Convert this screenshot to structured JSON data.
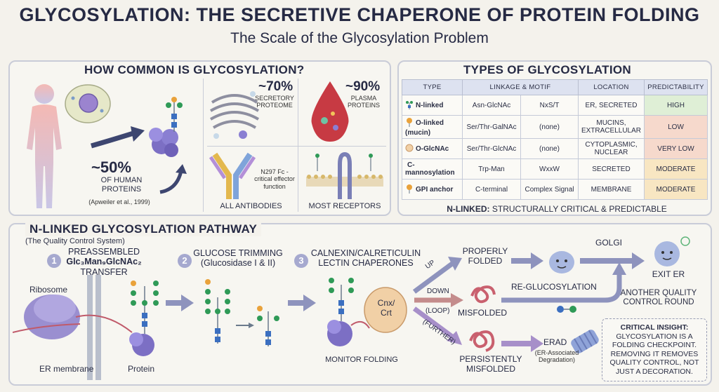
{
  "title": "GLYCOSYLATION: THE SECRETIVE CHAPERONE OF PROTEIN FOLDING",
  "subtitle": "The Scale of the Glycosylation Problem",
  "common": {
    "header": "HOW COMMON IS GLYCOSYLATION?",
    "pct_human": "~50%",
    "human_label": "OF HUMAN PROTEINS",
    "citation": "(Apweiler et al., 1999)",
    "pct_secretory": "~70%",
    "secretory_label": "SECRETORY PROTEOME",
    "pct_plasma": "~90%",
    "plasma_label": "PLASMA PROTEINS",
    "antibody_note": "N297 Fc - critical effector function",
    "antibodies_label": "ALL ANTIBODIES",
    "receptors_label": "MOST RECEPTORS"
  },
  "types": {
    "header": "TYPES OF GLYCOSYLATION",
    "columns": [
      "TYPE",
      "LINKAGE & MOTIF",
      "",
      "LOCATION",
      "PREDICTABILITY"
    ],
    "rows": [
      {
        "type": "N-linked",
        "linkage": "Asn-GlcNAc",
        "motif": "NxS/T",
        "location": "ER, SECRETED",
        "predictability": "HIGH",
        "level": "high"
      },
      {
        "type": "O-linked (mucin)",
        "linkage": "Ser/Thr-GalNAc",
        "motif": "(none)",
        "location": "MUCINS, EXTRACELLULAR",
        "predictability": "LOW",
        "level": "low"
      },
      {
        "type": "O-GlcNAc",
        "linkage": "Ser/Thr-GlcNAc",
        "motif": "(none)",
        "location": "CYTOPLASMIC, NUCLEAR",
        "predictability": "VERY LOW",
        "level": "low"
      },
      {
        "type": "C-mannosylation",
        "linkage": "Trp-Man",
        "motif": "WxxW",
        "location": "SECRETED",
        "predictability": "MODERATE",
        "level": "mod"
      },
      {
        "type": "GPI anchor",
        "linkage": "C-terminal",
        "motif": "Complex Signal",
        "location": "MEMBRANE",
        "predictability": "MODERATE",
        "level": "mod"
      }
    ],
    "footer_bold": "N-LINKED:",
    "footer_rest": "STRUCTURALLY CRITICAL & PREDICTABLE"
  },
  "pathway": {
    "header": "N-LINKED GLYCOSYLATION PATHWAY",
    "subheader": "(The Quality Control System)",
    "step1_num": "1",
    "step1_line1": "PREASSEMBLED",
    "step1_line2": "Glc₃Man₉GlcNAc₂",
    "step1_line3": "TRANSFER",
    "step2_num": "2",
    "step2_line1": "GLUCOSE TRIMMING",
    "step2_line2": "(Glucosidase I & II)",
    "step3_num": "3",
    "step3_line1": "CALNEXIN/CALRETICULIN",
    "step3_line2": "LECTIN CHAPERONES",
    "ribosome": "Ribosome",
    "er_membrane": "ER membrane",
    "protein": "Protein",
    "cnx": "Cnx/",
    "crt": "Crt",
    "monitor": "MONITOR FOLDING",
    "up": "UP",
    "down": "DOWN",
    "loop": "(LOOP)",
    "further": "(FURTHER)",
    "properly_folded": "PROPERLY FOLDED",
    "misfolded": "MISFOLDED",
    "persistently_misfolded": "PERSISTENTLY MISFOLDED",
    "golgi": "GOLGI",
    "exit_er": "EXIT ER",
    "reglucosylation": "RE-GLUCOSYLATION",
    "another_round": "ANOTHER QUALITY CONTROL ROUND",
    "erad": "ERAD",
    "erad_full": "(ER-Associated Degradation)"
  },
  "insight": {
    "bold": "CRITICAL INSIGHT:",
    "text": "GLYCOSYLATION IS A FOLDING CHECKPOINT. REMOVING IT REMOVES QUALITY CONTROL, NOT JUST A DECORATION."
  },
  "colors": {
    "navy": "#262a44",
    "arrow": "#8e93bd",
    "glcnac": "#3b6fc0",
    "mannose": "#2f9a57",
    "glucose": "#e9a23b",
    "protein": "#7c6fc4"
  }
}
